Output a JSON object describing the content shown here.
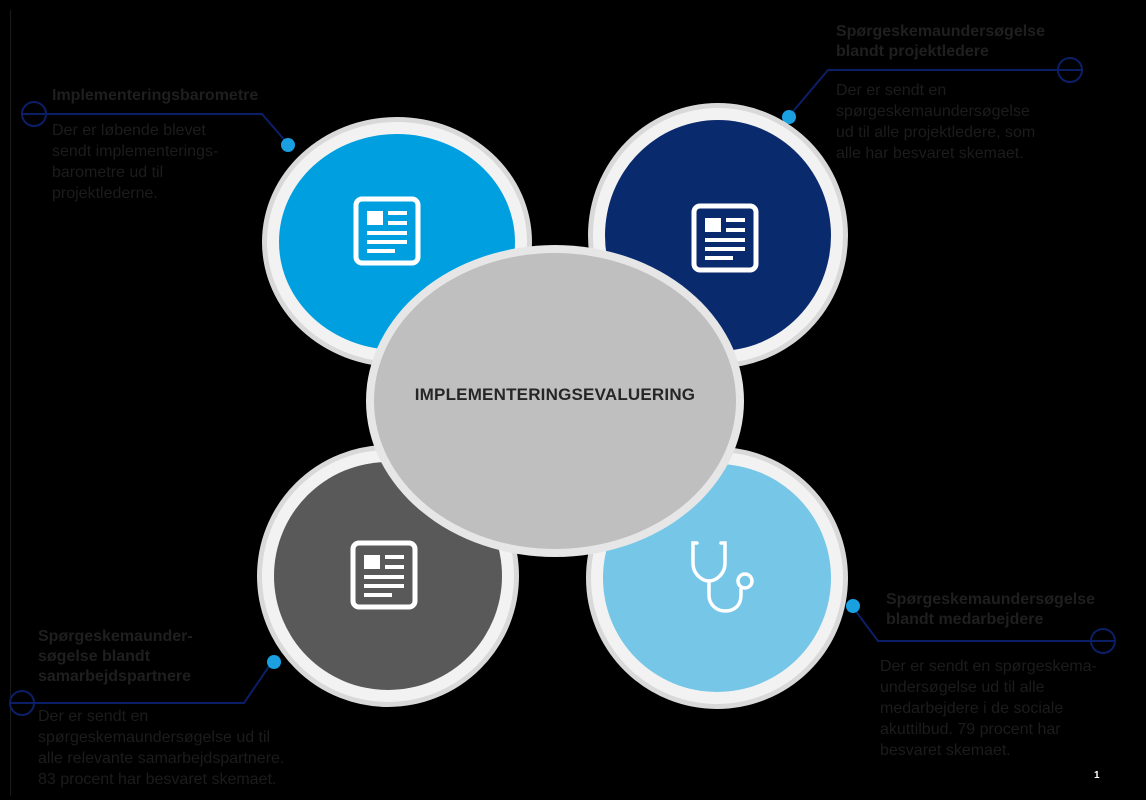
{
  "center": {
    "title": "IMPLEMENTERINGSEVALUERING"
  },
  "items": [
    {
      "title": "Implementeringsbarometre",
      "desc": [
        "Der er løbende blevet",
        "sendt implementerings-",
        "barometre ud til",
        "projektlederne."
      ],
      "color": "#00a0e0",
      "icon": "document-icon"
    },
    {
      "title": [
        "Spørgeskemaundersøgelse",
        "blandt projektledere"
      ],
      "desc": [
        "Der er sendt en",
        "spørgeskemaundersøgelse",
        "ud til alle projektledere, som",
        "alle har besvaret skemaet."
      ],
      "color": "#0a2a6e",
      "icon": "document-icon"
    },
    {
      "title": [
        "Spørgeskemaunder-",
        "søgelse blandt",
        "samarbejdspartnere"
      ],
      "desc": [
        "Der er sendt en",
        "spørgeskemaundersøgelse ud til",
        "alle relevante samarbejdspartnere.",
        "83 procent har besvaret skemaet."
      ],
      "color": "#595959",
      "icon": "document-icon"
    },
    {
      "title": [
        "Spørgeskemaundersøgelse",
        "blandt medarbejdere"
      ],
      "desc": [
        "Der er sendt en spørgeskema-",
        "undersøgelse ud til alle",
        "medarbejdere i de sociale",
        "akuttilbud. 79 procent har",
        "besvaret skemaet."
      ],
      "color": "#76c6e8",
      "icon": "stethoscope-icon"
    }
  ],
  "accent": "#0070c0",
  "line_color": "#0b1f66",
  "page_number": "1"
}
